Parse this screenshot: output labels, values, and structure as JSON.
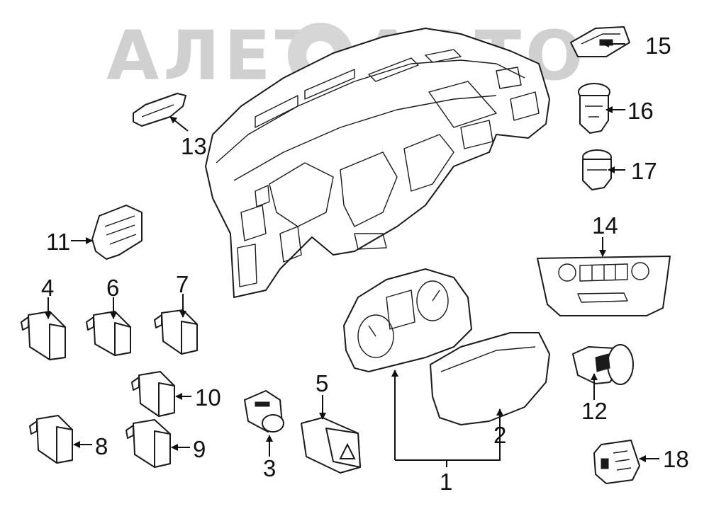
{
  "watermark": {
    "text": "АЛЕТ",
    "text_2": "АВТО"
  },
  "callouts": {
    "c1": "1",
    "c2": "2",
    "c3": "3",
    "c4": "4",
    "c5": "5",
    "c6": "6",
    "c7": "7",
    "c8": "8",
    "c9": "9",
    "c10": "10",
    "c11": "11",
    "c12": "12",
    "c13": "13",
    "c14": "14",
    "c15": "15",
    "c16": "16",
    "c17": "17",
    "c18": "18"
  },
  "colors": {
    "line": "#1a1a1a",
    "watermark": "#d0d0d0",
    "background": "#ffffff"
  }
}
